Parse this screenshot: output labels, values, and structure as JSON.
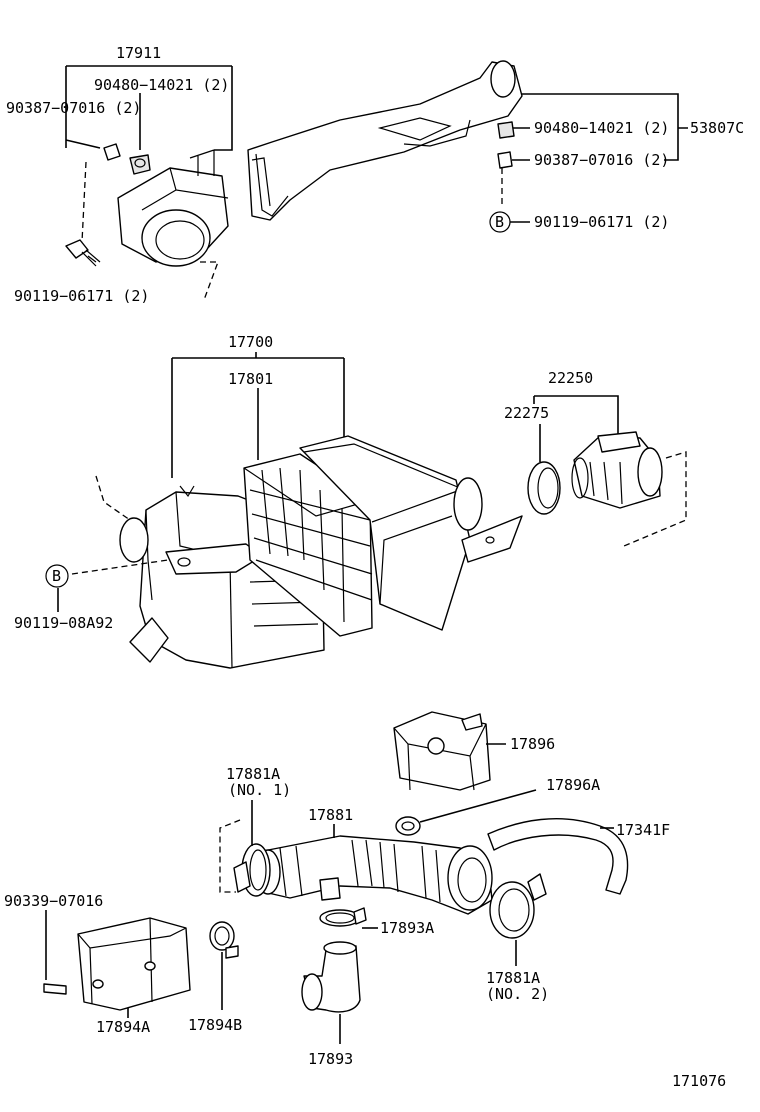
{
  "labels": {
    "p17911": "17911",
    "p90480_a": "90480−14021 (2)",
    "p90387_a": "90387−07016 (2)",
    "p90119_a": "90119−06171 (2)",
    "p53807c": "53807C",
    "p90480_b": "90480−14021 (2)",
    "p90387_b": "90387−07016 (2)",
    "ref_b1": "B",
    "p90119_b": "90119−06171 (2)",
    "p17700": "17700",
    "p17801": "17801",
    "p22250": "22250",
    "p22275": "22275",
    "ref_b2": "B",
    "p90119_08a92": "90119−08A92",
    "p17896": "17896",
    "p17896a": "17896A",
    "p17881a_1": "17881A",
    "p17881a_1_sub": "(NO. 1)",
    "p17881": "17881",
    "p17341f": "17341F",
    "p90339": "90339−07016",
    "p17893a": "17893A",
    "p17881a_2": "17881A",
    "p17881a_2_sub": "(NO. 2)",
    "p17894a": "17894A",
    "p17894b": "17894B",
    "p17893": "17893",
    "diagram_id": "171076"
  }
}
